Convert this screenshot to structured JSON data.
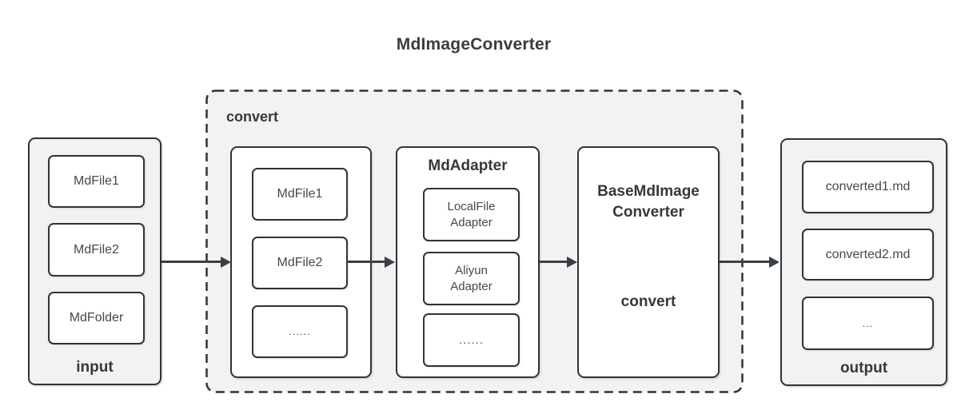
{
  "title": "MdImageConverter",
  "input_panel": {
    "label": "input",
    "items": [
      "MdFile1",
      "MdFile2",
      "MdFolder"
    ]
  },
  "convert_container": {
    "label": "convert"
  },
  "file_group": {
    "items": [
      "MdFile1",
      "MdFile2",
      "......"
    ]
  },
  "md_adapter": {
    "title": "MdAdapter",
    "items": [
      "LocalFile Adapter",
      "Aliyun Adapter",
      "......"
    ]
  },
  "base_converter": {
    "title": "BaseMdImage Converter",
    "method_label": "convert"
  },
  "output_panel": {
    "label": "output",
    "items": [
      "converted1.md",
      "converted2.md",
      "..."
    ]
  },
  "colors": {
    "border": "#2d333b",
    "panel_fill": "#f2f2f3",
    "box_fill": "#ffffff",
    "text": "#3c4147",
    "arrow": "#3a3f46",
    "background": "#ffffff"
  }
}
